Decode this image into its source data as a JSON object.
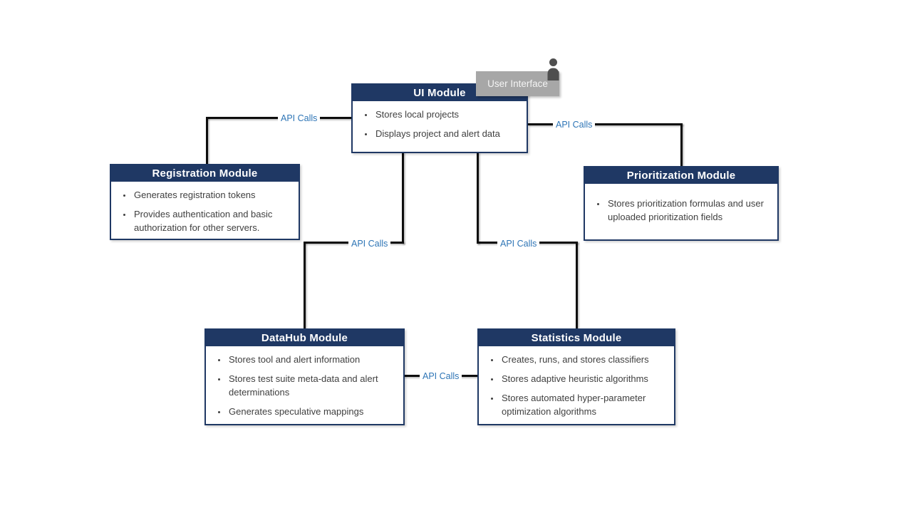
{
  "diagram_title": "Module architecture diagram",
  "colors": {
    "header_bg": "#1F3864",
    "box_border": "#1F3864",
    "body_text": "#404040",
    "api_label_text": "#2E75B6",
    "connector": "#0D0D0D",
    "user_interface_bg": "#A7A7A7",
    "user_interface_text": "#F4F4F4",
    "person_icon": "#4F4F4F"
  },
  "user_interface": {
    "label": "User Interface",
    "icon": "person-icon"
  },
  "modules": {
    "ui": {
      "title": "UI Module",
      "bullets": [
        "Stores local projects",
        "Displays project and alert data"
      ]
    },
    "registration": {
      "title": "Registration Module",
      "bullets": [
        "Generates registration tokens",
        "Provides authentication and basic authorization for other servers."
      ]
    },
    "prioritization": {
      "title": "Prioritization Module",
      "bullets": [
        "Stores prioritization formulas and user uploaded prioritization fields"
      ]
    },
    "datahub": {
      "title": "DataHub Module",
      "bullets": [
        "Stores tool and alert information",
        "Stores test suite meta-data and alert determinations",
        "Generates speculative mappings"
      ]
    },
    "statistics": {
      "title": "Statistics Module",
      "bullets": [
        "Creates, runs, and stores classifiers",
        "Stores adaptive heuristic algorithms",
        "Stores automated hyper-parameter optimization algorithms"
      ]
    }
  },
  "connections": [
    {
      "from": "Registration Module",
      "to": "UI Module",
      "label": "API Calls"
    },
    {
      "from": "UI Module",
      "to": "Prioritization Module",
      "label": "API Calls"
    },
    {
      "from": "UI Module",
      "to": "DataHub Module",
      "label": "API Calls"
    },
    {
      "from": "UI Module",
      "to": "Statistics Module",
      "label": "API Calls"
    },
    {
      "from": "DataHub Module",
      "to": "Statistics Module",
      "label": "API Calls"
    }
  ]
}
